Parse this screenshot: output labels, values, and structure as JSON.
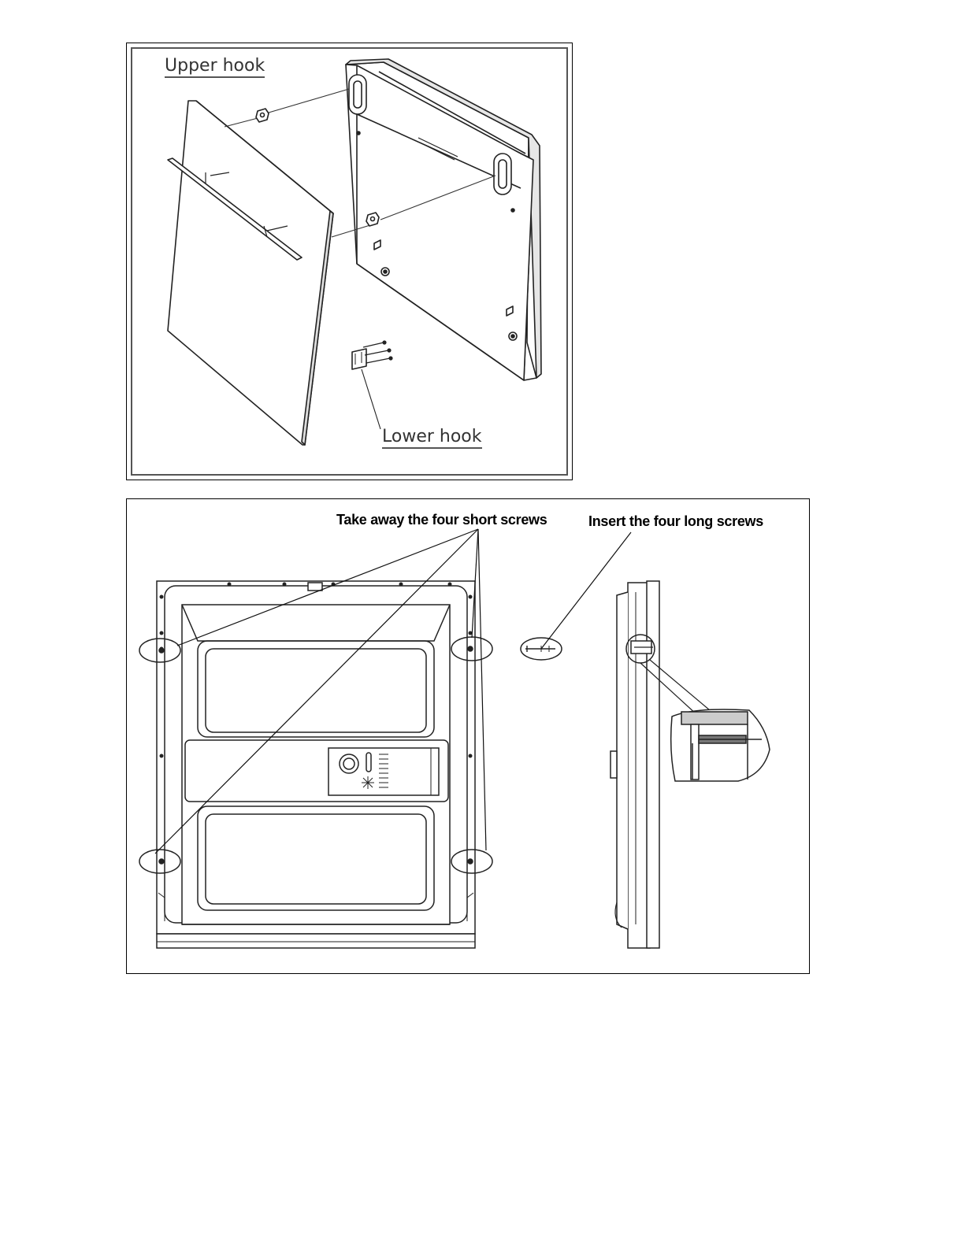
{
  "figure1": {
    "upper_hook_label": "Upper hook",
    "lower_hook_label": "Lower hook"
  },
  "figure2": {
    "short_screws_label": "Take away the four short screws",
    "long_screws_label": "Insert the four long screws"
  },
  "colors": {
    "line": "#222222",
    "frame": "#000000",
    "shade": "#bbbbbb"
  },
  "icons": [
    "screw-icon",
    "hook-icon",
    "control-knob-icon",
    "snowflake-icon"
  ]
}
